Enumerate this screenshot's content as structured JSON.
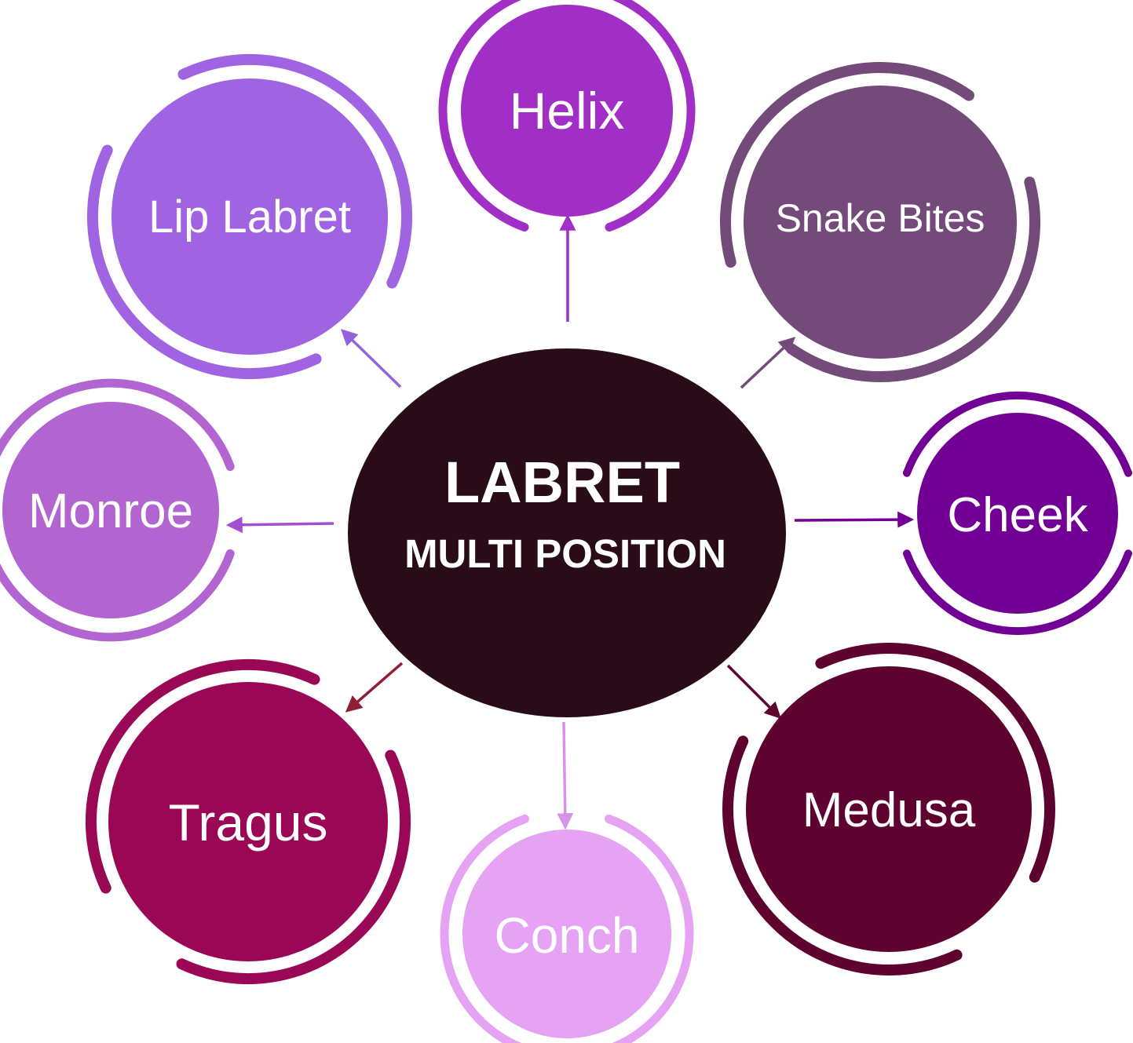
{
  "center": {
    "title": "LABRET",
    "subtitle": "MULTI POSITION",
    "color": "#2a0c18"
  },
  "nodes": [
    {
      "key": "helix",
      "label": "Helix",
      "color": "#a12fc6"
    },
    {
      "key": "snake-bites",
      "label": "Snake Bites",
      "color": "#744a7b"
    },
    {
      "key": "cheek",
      "label": "Cheek",
      "color": "#720094"
    },
    {
      "key": "medusa",
      "label": "Medusa",
      "color": "#5e0330"
    },
    {
      "key": "conch",
      "label": "Conch",
      "color": "#e6a3f3"
    },
    {
      "key": "tragus",
      "label": "Tragus",
      "color": "#9a0754"
    },
    {
      "key": "monroe",
      "label": "Monroe",
      "color": "#b264d0"
    },
    {
      "key": "lip-labret",
      "label": "Lip Labret",
      "color": "#a064e2"
    }
  ],
  "arrow_colors": {
    "helix": "#a12fc6",
    "snake-bites": "#744a7b",
    "cheek": "#720094",
    "medusa": "#5e0330",
    "conch": "#d792ea",
    "tragus": "#8f1f34",
    "monroe": "#a24fd0",
    "lip-labret": "#9263dd"
  }
}
